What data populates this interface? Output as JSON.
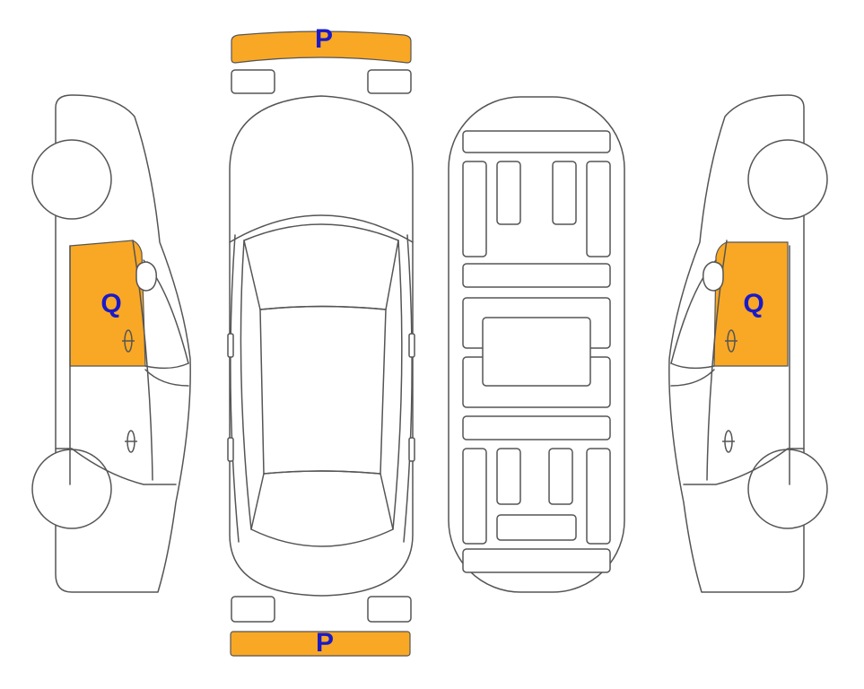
{
  "colors": {
    "highlight": "#F9A825",
    "label": "#1A1AC8",
    "outline": "#555555",
    "background": "#ffffff"
  },
  "labels": {
    "front_bumper": "P",
    "rear_bumper": "P",
    "left_rear_door": "Q",
    "right_rear_door": "Q"
  }
}
